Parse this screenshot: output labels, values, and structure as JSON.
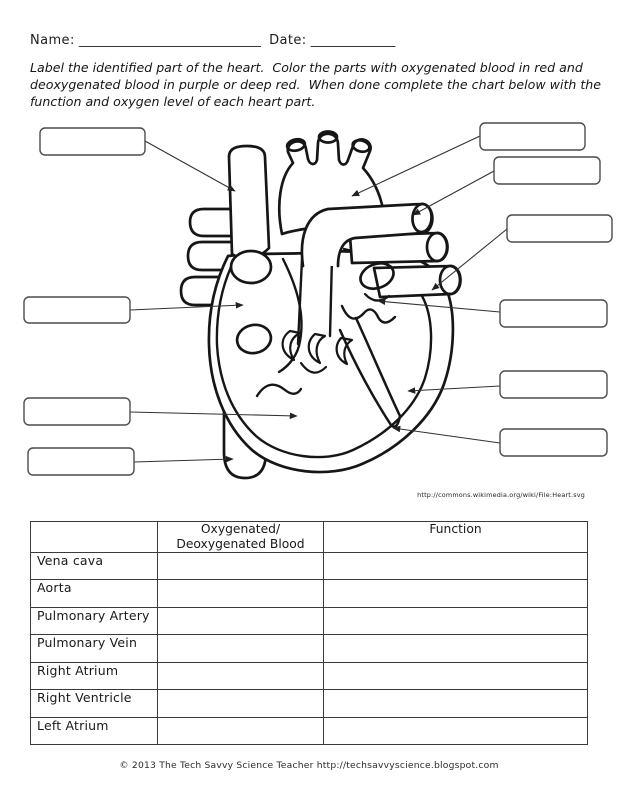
{
  "header": {
    "name_label": "Name:",
    "name_line": "____________________________",
    "date_label": "Date:",
    "date_line": "_____________"
  },
  "instructions": {
    "line1": "Label the identified part of the heart.  Color the parts with oxygenated blood in red and",
    "line2": "deoxygenated blood in purple or deep red.  When done complete the chart below with the",
    "line3": "function and oxygen level of each heart part."
  },
  "diagram": {
    "image_credit": "http://commons.wikimedia.org/wiki/File:Heart.svg",
    "label_box_count": "10"
  },
  "table": {
    "col1_header": "",
    "col2_header_line1": "Oxygenated/",
    "col2_header_line2": "Deoxygenated Blood",
    "col3_header": "Function",
    "rows": [
      "Vena cava",
      "Aorta",
      "Pulmonary Artery",
      "Pulmonary Vein",
      "Right Atrium",
      "Right Ventricle",
      "Left Atrium"
    ]
  },
  "footer": {
    "copyright": "© 2013 The Tech Savvy Science Teacher http://techsavvyscience.blogspot.com"
  }
}
